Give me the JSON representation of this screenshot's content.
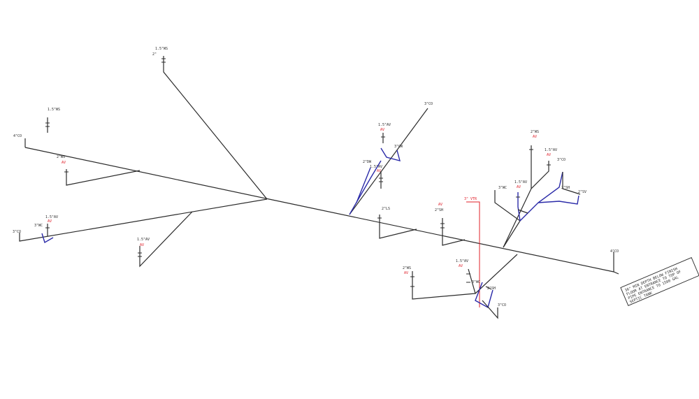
{
  "colors": {
    "pipe": "#2b2b2b",
    "branch_highlight": "#2a2aa8",
    "vent_label": "#e0202a",
    "background": "#ffffff"
  },
  "labels": {
    "top_ws": "1.5\"WS",
    "top_size": "2\"",
    "ws_left": "1.5\"WS",
    "co_left": "4\"CO",
    "ws_mid_left": "2\"WS",
    "av_left_red": "AV",
    "av_low_left": "1.5\"AV",
    "av_low_left_red": "AV",
    "wc_left": "3\"WC",
    "co_far_left": "3\"CO",
    "av_center_low": "1.5\"AV",
    "av_center_low_red": "AV",
    "av_center_top": "1.5\"AV",
    "av_center_top_red": "AV",
    "cw_center": "3\"CW",
    "co_center_top": "3\"CO",
    "dw_center": "2\"DW",
    "av_center_mid": "1.5\"AV",
    "av_center_mid_red": "AV",
    "ls_center": "2\"LS",
    "av_center_red": "AV",
    "sh_center": "2\"SH",
    "vtr": "3\" VTR",
    "ws_right_top": "2\"WS",
    "av_right_top_red": "AV",
    "av_right": "1.5\"AV",
    "av_right_red": "AV",
    "co_right": "3\"CO",
    "av_right_mid": "1.5\"AV",
    "av_right_mid_red": "AV",
    "wc_right": "3\"WC",
    "sh_right": "2\"SH",
    "sv_right": "2\"SV",
    "ws_bottom": "2\"WS",
    "av_bottom_red": "AV",
    "av_bottom": "1.5\"AV",
    "av_bottom_red2": "AV",
    "wc_bottom": "3\"WC",
    "sh_bottom": "2\"SH",
    "co_bottom": "3\"CO",
    "co_outlet": "4\"CO"
  },
  "note": {
    "line1": "36\" MIN DEPTH BELOW FINISH",
    "line2": "FLOOR AT ENTRANCE TO TOP OF",
    "line3": "PIPE ENTRANCE TO 1500 GAL",
    "line4": "SEPTIC TANK"
  }
}
